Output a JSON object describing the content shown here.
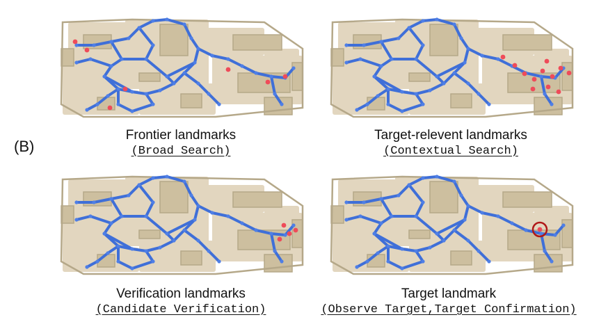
{
  "section_label": "(B)",
  "panels": [
    {
      "title": "Frontier landmarks",
      "subtitle": "(Broad Search)"
    },
    {
      "title": "Target-relevent landmarks",
      "subtitle": "(Contextual Search)"
    },
    {
      "title": "Verification landmarks",
      "subtitle": "(Candidate Verification)"
    },
    {
      "title": "Target  landmark",
      "subtitle": "(Observe Target,Target Confirmation)"
    }
  ],
  "colors": {
    "floor": "#e2d6bf",
    "wall": "#b5a889",
    "furniture": "#cdbf9f",
    "graph_edge": "#3f6fd8",
    "graph_node": "#4f7fe6",
    "landmark": "#ef4b59",
    "target_circle": "#b01818"
  }
}
